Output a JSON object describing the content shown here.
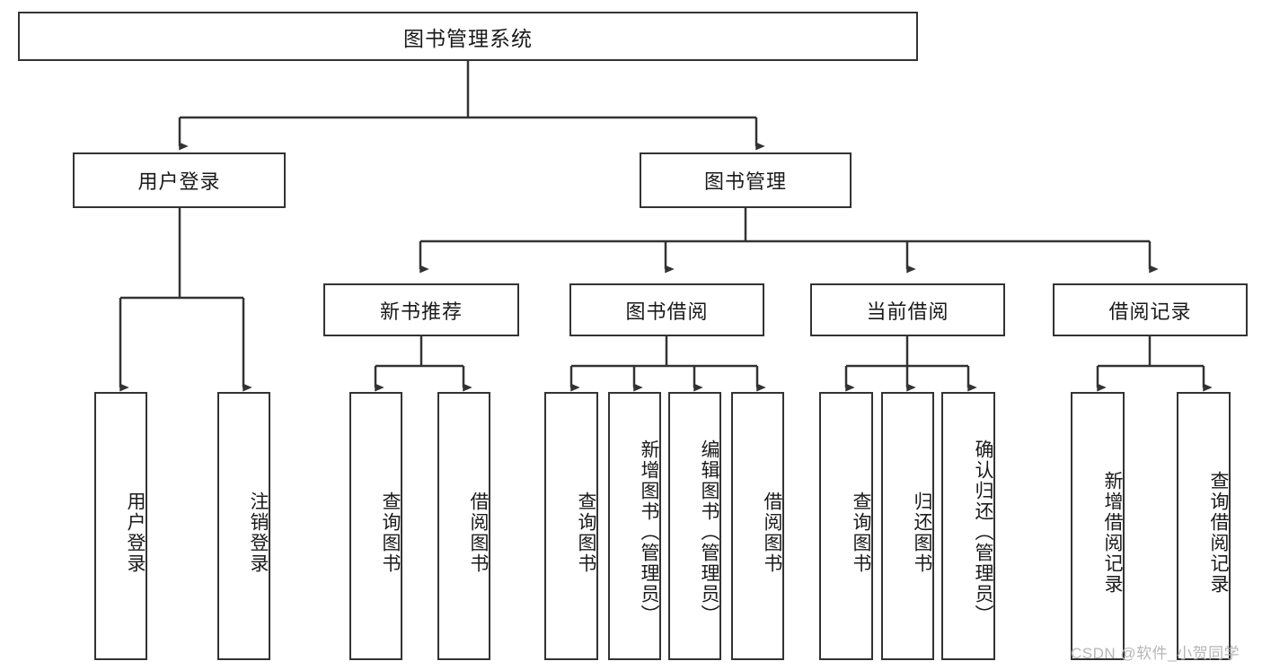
{
  "diagram": {
    "title": "图书管理系统",
    "type": "hierarchy-tree",
    "root": {
      "label": "图书管理系统"
    },
    "level2": [
      {
        "label": "用户登录"
      },
      {
        "label": "图书管理"
      }
    ],
    "level3": [
      {
        "label": "新书推荐"
      },
      {
        "label": "图书借阅"
      },
      {
        "label": "当前借阅"
      },
      {
        "label": "借阅记录"
      }
    ],
    "leaves": {
      "user_login": [
        {
          "label": "用户登录"
        },
        {
          "label": "注销登录"
        }
      ],
      "new_book_recommend": [
        {
          "label": "查询图书"
        },
        {
          "label": "借阅图书"
        }
      ],
      "book_borrow": [
        {
          "label": "查询图书"
        },
        {
          "label": "新增图书（管理员）"
        },
        {
          "label": "编辑图书（管理员）"
        },
        {
          "label": "借阅图书"
        }
      ],
      "current_borrow": [
        {
          "label": "查询图书"
        },
        {
          "label": "归还图书"
        },
        {
          "label": "确认归还（管理员）"
        }
      ],
      "borrow_records": [
        {
          "label": "新增借阅记录"
        },
        {
          "label": "查询借阅记录"
        }
      ]
    }
  },
  "watermark": {
    "text": "CSDN @软件_小贺同学"
  },
  "colors": {
    "border": "#333333",
    "background": "#ffffff",
    "text": "#1a1a1a",
    "watermark": "#b6b6b6"
  }
}
